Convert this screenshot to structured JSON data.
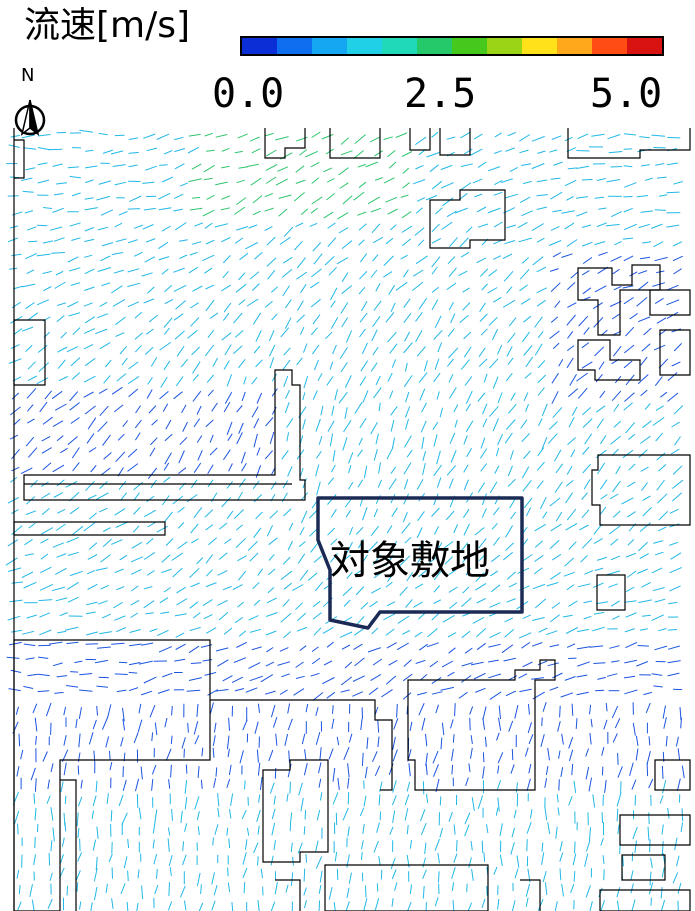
{
  "legend": {
    "title": "流速[m/s]",
    "ticks": [
      "0.0",
      "2.5",
      "5.0"
    ],
    "vmin": 0.0,
    "vmax": 5.0,
    "colors": [
      "#0a2fd6",
      "#0f6ef0",
      "#16a7f2",
      "#20d0e6",
      "#1fd9b8",
      "#25c96a",
      "#46c91c",
      "#9ad417",
      "#ffe21a",
      "#ffa81a",
      "#ff4d14",
      "#d91212"
    ]
  },
  "compass": {
    "label": "N"
  },
  "site": {
    "label": "対象敷地",
    "outline_color": "#1a2a55"
  },
  "vector_colors": {
    "low": "#1c55e0",
    "mid": "#22b8e6",
    "high": "#2fc46e"
  }
}
